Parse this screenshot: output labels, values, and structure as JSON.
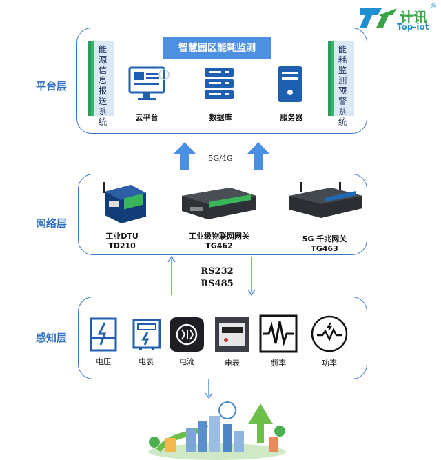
{
  "logo": {
    "brand_cn": "计讯",
    "brand_en": "Top-iot",
    "registered": "®"
  },
  "layers": {
    "platform": {
      "label": "平台层",
      "title": "智慧园区能耗监测",
      "left_system": "能源信息报送系统",
      "right_system": "能耗监测预警系统",
      "items": [
        {
          "name": "云平台",
          "icon": "monitor-icon"
        },
        {
          "name": "数据库",
          "icon": "database-icon"
        },
        {
          "name": "服务器",
          "icon": "server-icon"
        }
      ]
    },
    "network": {
      "label": "网络层",
      "link_label": "5G/4G",
      "devices": [
        {
          "title": "工业DTU",
          "model": "TD210"
        },
        {
          "title": "工业级物联网网关",
          "model": "TG462"
        },
        {
          "title": "5G 千兆网关",
          "model": "TG463"
        }
      ],
      "protocols": [
        "RS232",
        "RS485"
      ]
    },
    "perception": {
      "label": "感知层",
      "items": [
        {
          "name": "电压",
          "icon": "voltage-icon"
        },
        {
          "name": "电表",
          "icon": "meter-icon"
        },
        {
          "name": "电流",
          "icon": "current-icon"
        },
        {
          "name": "电表",
          "icon": "energy-meter-icon"
        },
        {
          "name": "频率",
          "icon": "frequency-icon"
        },
        {
          "name": "功率",
          "icon": "power-icon"
        }
      ]
    }
  },
  "colors": {
    "accent": "#3a78c8",
    "title_bg": "#4d8fe0",
    "label": "#2f6fc1",
    "side_bar": "#3cb36c",
    "arrow": "#4a8fe2"
  }
}
